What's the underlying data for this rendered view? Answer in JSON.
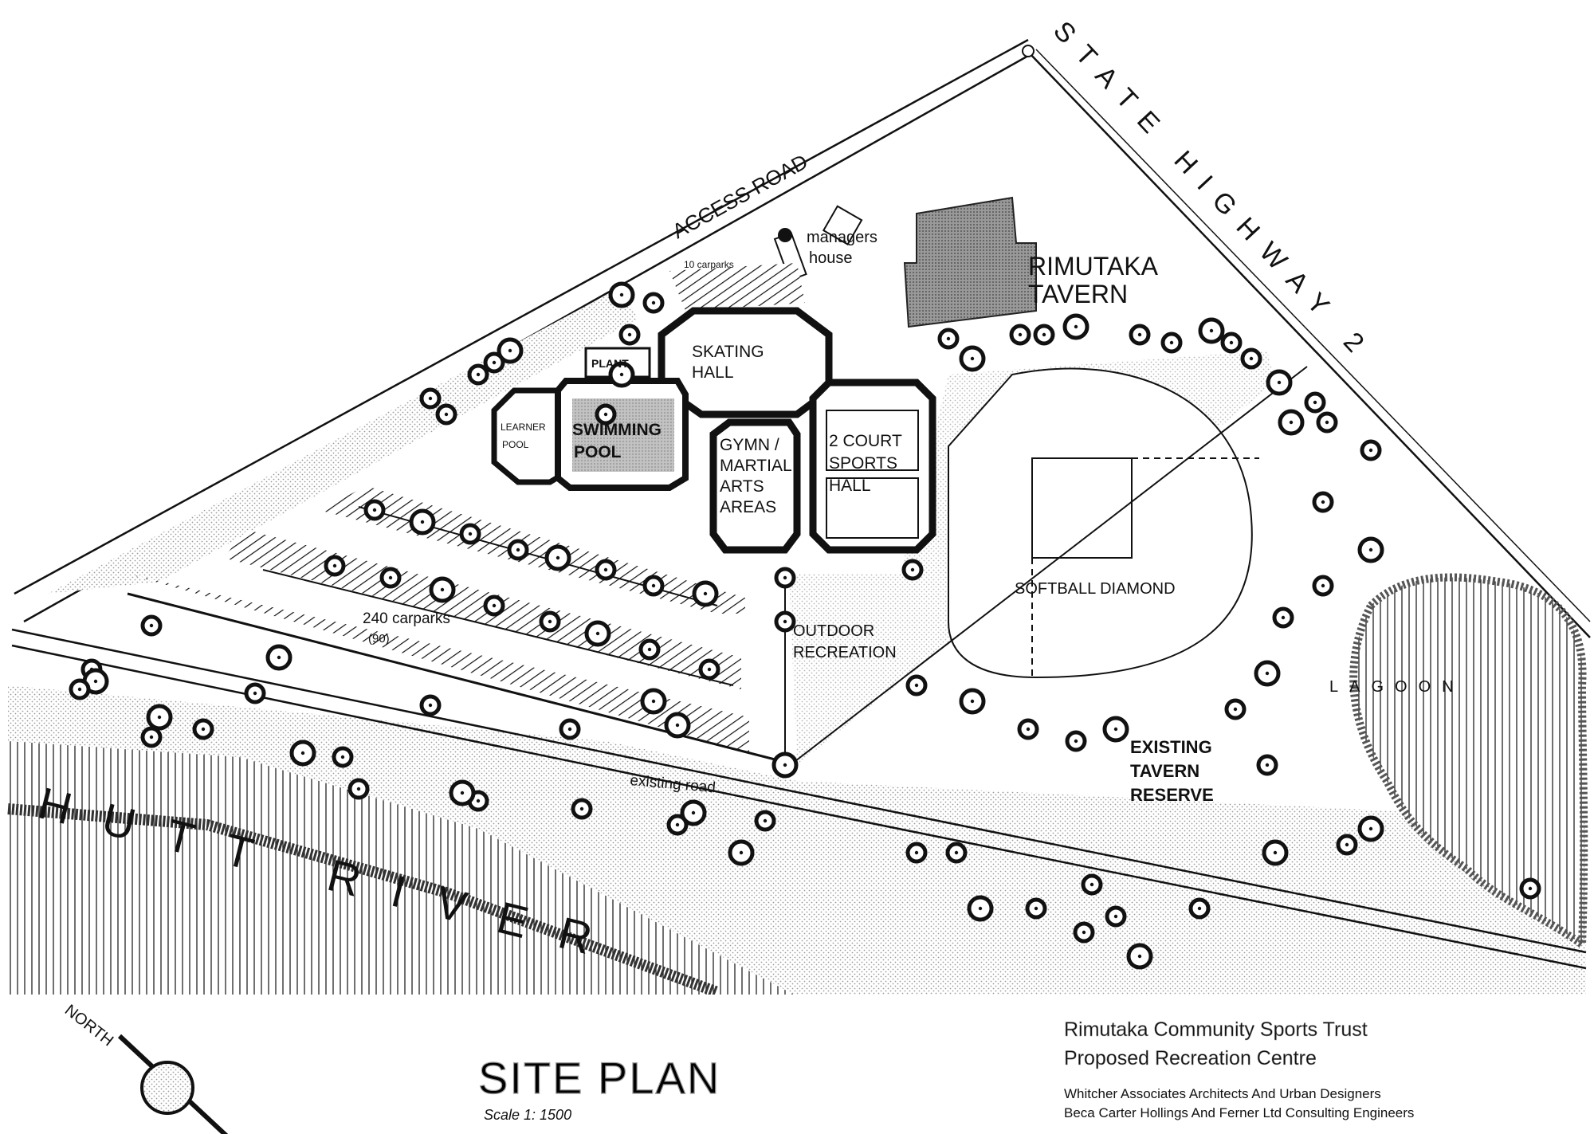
{
  "labels": {
    "access_road": "ACCESS ROAD",
    "state_highway": "STATE HIGHWAY 2",
    "tavern_line1": "RIMUTAKA",
    "tavern_line2": "TAVERN",
    "managers_line1": "managers",
    "managers_line2": "house",
    "carparks_10": "10 carparks",
    "skating_line1": "SKATING",
    "skating_line2": "HALL",
    "plant": "PLANT",
    "learner_line1": "LEARNER",
    "learner_line2": "POOL",
    "swimming_line1": "SWIMMING",
    "swimming_line2": "POOL",
    "gym_line1": "GYMN /",
    "gym_line2": "MARTIAL",
    "gym_line3": "ARTS",
    "gym_line4": "AREAS",
    "sports_line1": "2 COURT",
    "sports_line2": "SPORTS",
    "sports_line3": "HALL",
    "softball": "SOFTBALL DIAMOND",
    "outdoor_line1": "OUTDOOR",
    "outdoor_line2": "RECREATION",
    "carparks_240_line1": "240 carparks",
    "carparks_240_line2": "(90)",
    "existing_road": "existing road",
    "reserve_line1": "EXISTING",
    "reserve_line2": "TAVERN",
    "reserve_line3": "RESERVE",
    "lagoon": "LAGOON",
    "river": "HUTT RIVER",
    "north": "NORTH",
    "site_plan": "SITE PLAN",
    "scale": "Scale 1: 1500",
    "client_line1": "Rimutaka Community Sports Trust",
    "client_line2": "Proposed Recreation Centre",
    "credit_line1": "Whitcher Associates Architects And Urban Designers",
    "credit_line2": "Beca Carter Hollings And Ferner Ltd Consulting Engineers"
  },
  "colors": {
    "ink": "#111111",
    "stipple": "#bdbdbd",
    "paper": "#ffffff"
  }
}
